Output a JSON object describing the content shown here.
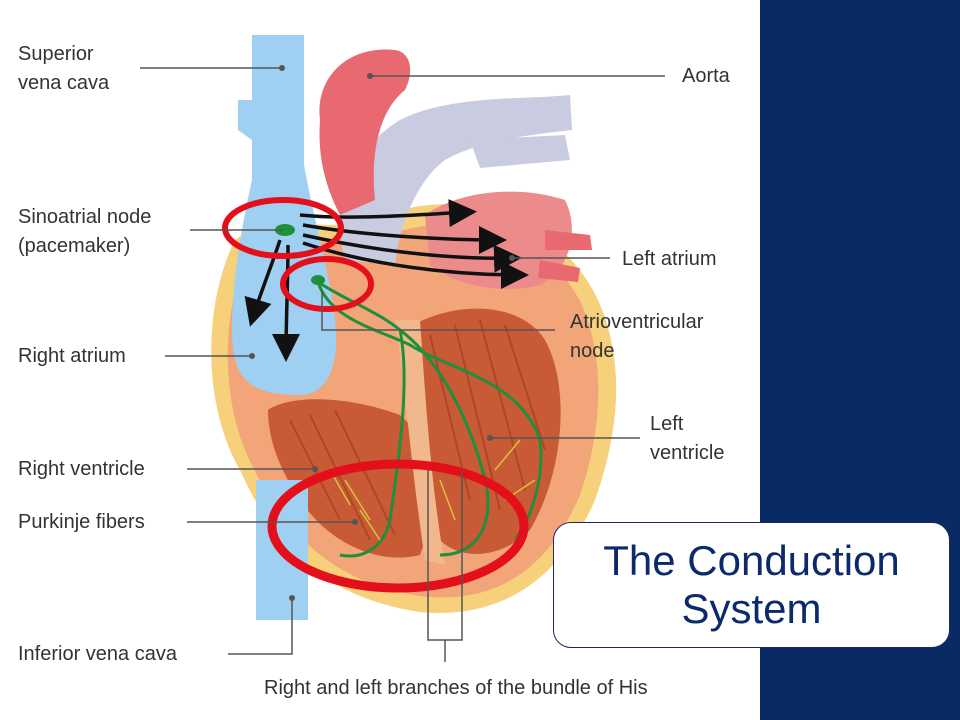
{
  "labels": {
    "svc_line1": "Superior",
    "svc_line2": "vena cava",
    "aorta": "Aorta",
    "sa_line1": "Sinoatrial node",
    "sa_line2": "(pacemaker)",
    "left_atrium": "Left atrium",
    "av_line1": "Atrioventricular",
    "av_line2": "node",
    "right_atrium": "Right atrium",
    "lv_line1": "Left",
    "lv_line2": "ventricle",
    "right_ventricle": "Right ventricle",
    "purkinje": "Purkinje fibers",
    "ivc": "Inferior vena cava",
    "bundle": "Right and left branches of the bundle of His"
  },
  "title": {
    "line1": "The Conduction",
    "line2": "System"
  },
  "colors": {
    "side_panel": "#0a2a66",
    "title_text": "#0b2a6b",
    "highlight": "#e3101c",
    "vena_cava": "#9fd0f2",
    "aorta": "#e86a70",
    "pulmonary": "#c9cbe0",
    "myocardium": "#f3a57a",
    "muscle": "#c85a35",
    "conduction": "#1f8f3a"
  }
}
